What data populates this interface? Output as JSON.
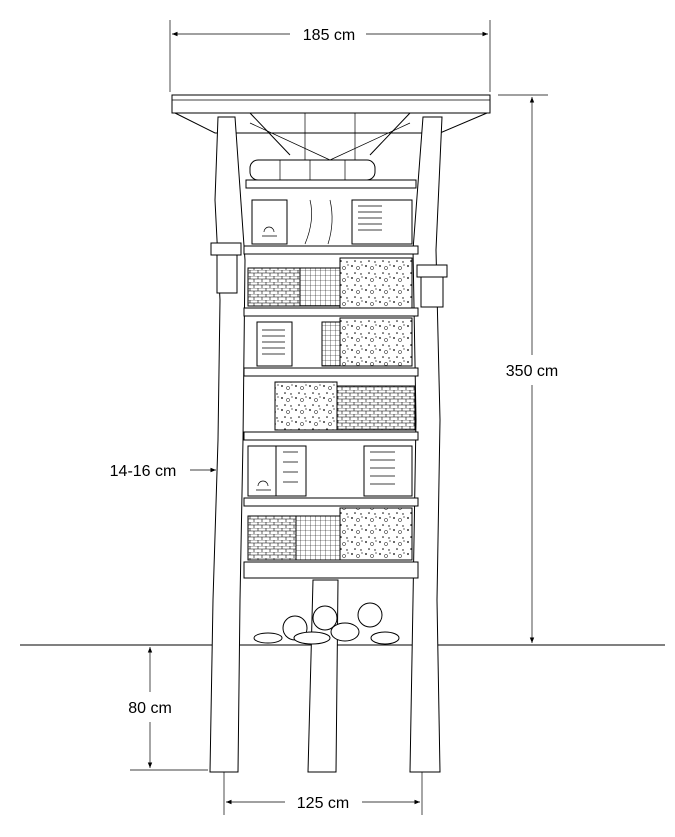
{
  "dimensions": {
    "top_width": "185 cm",
    "height": "350 cm",
    "post_thickness": "14-16 cm",
    "embed_depth": "80 cm",
    "base_width": "125 cm"
  }
}
